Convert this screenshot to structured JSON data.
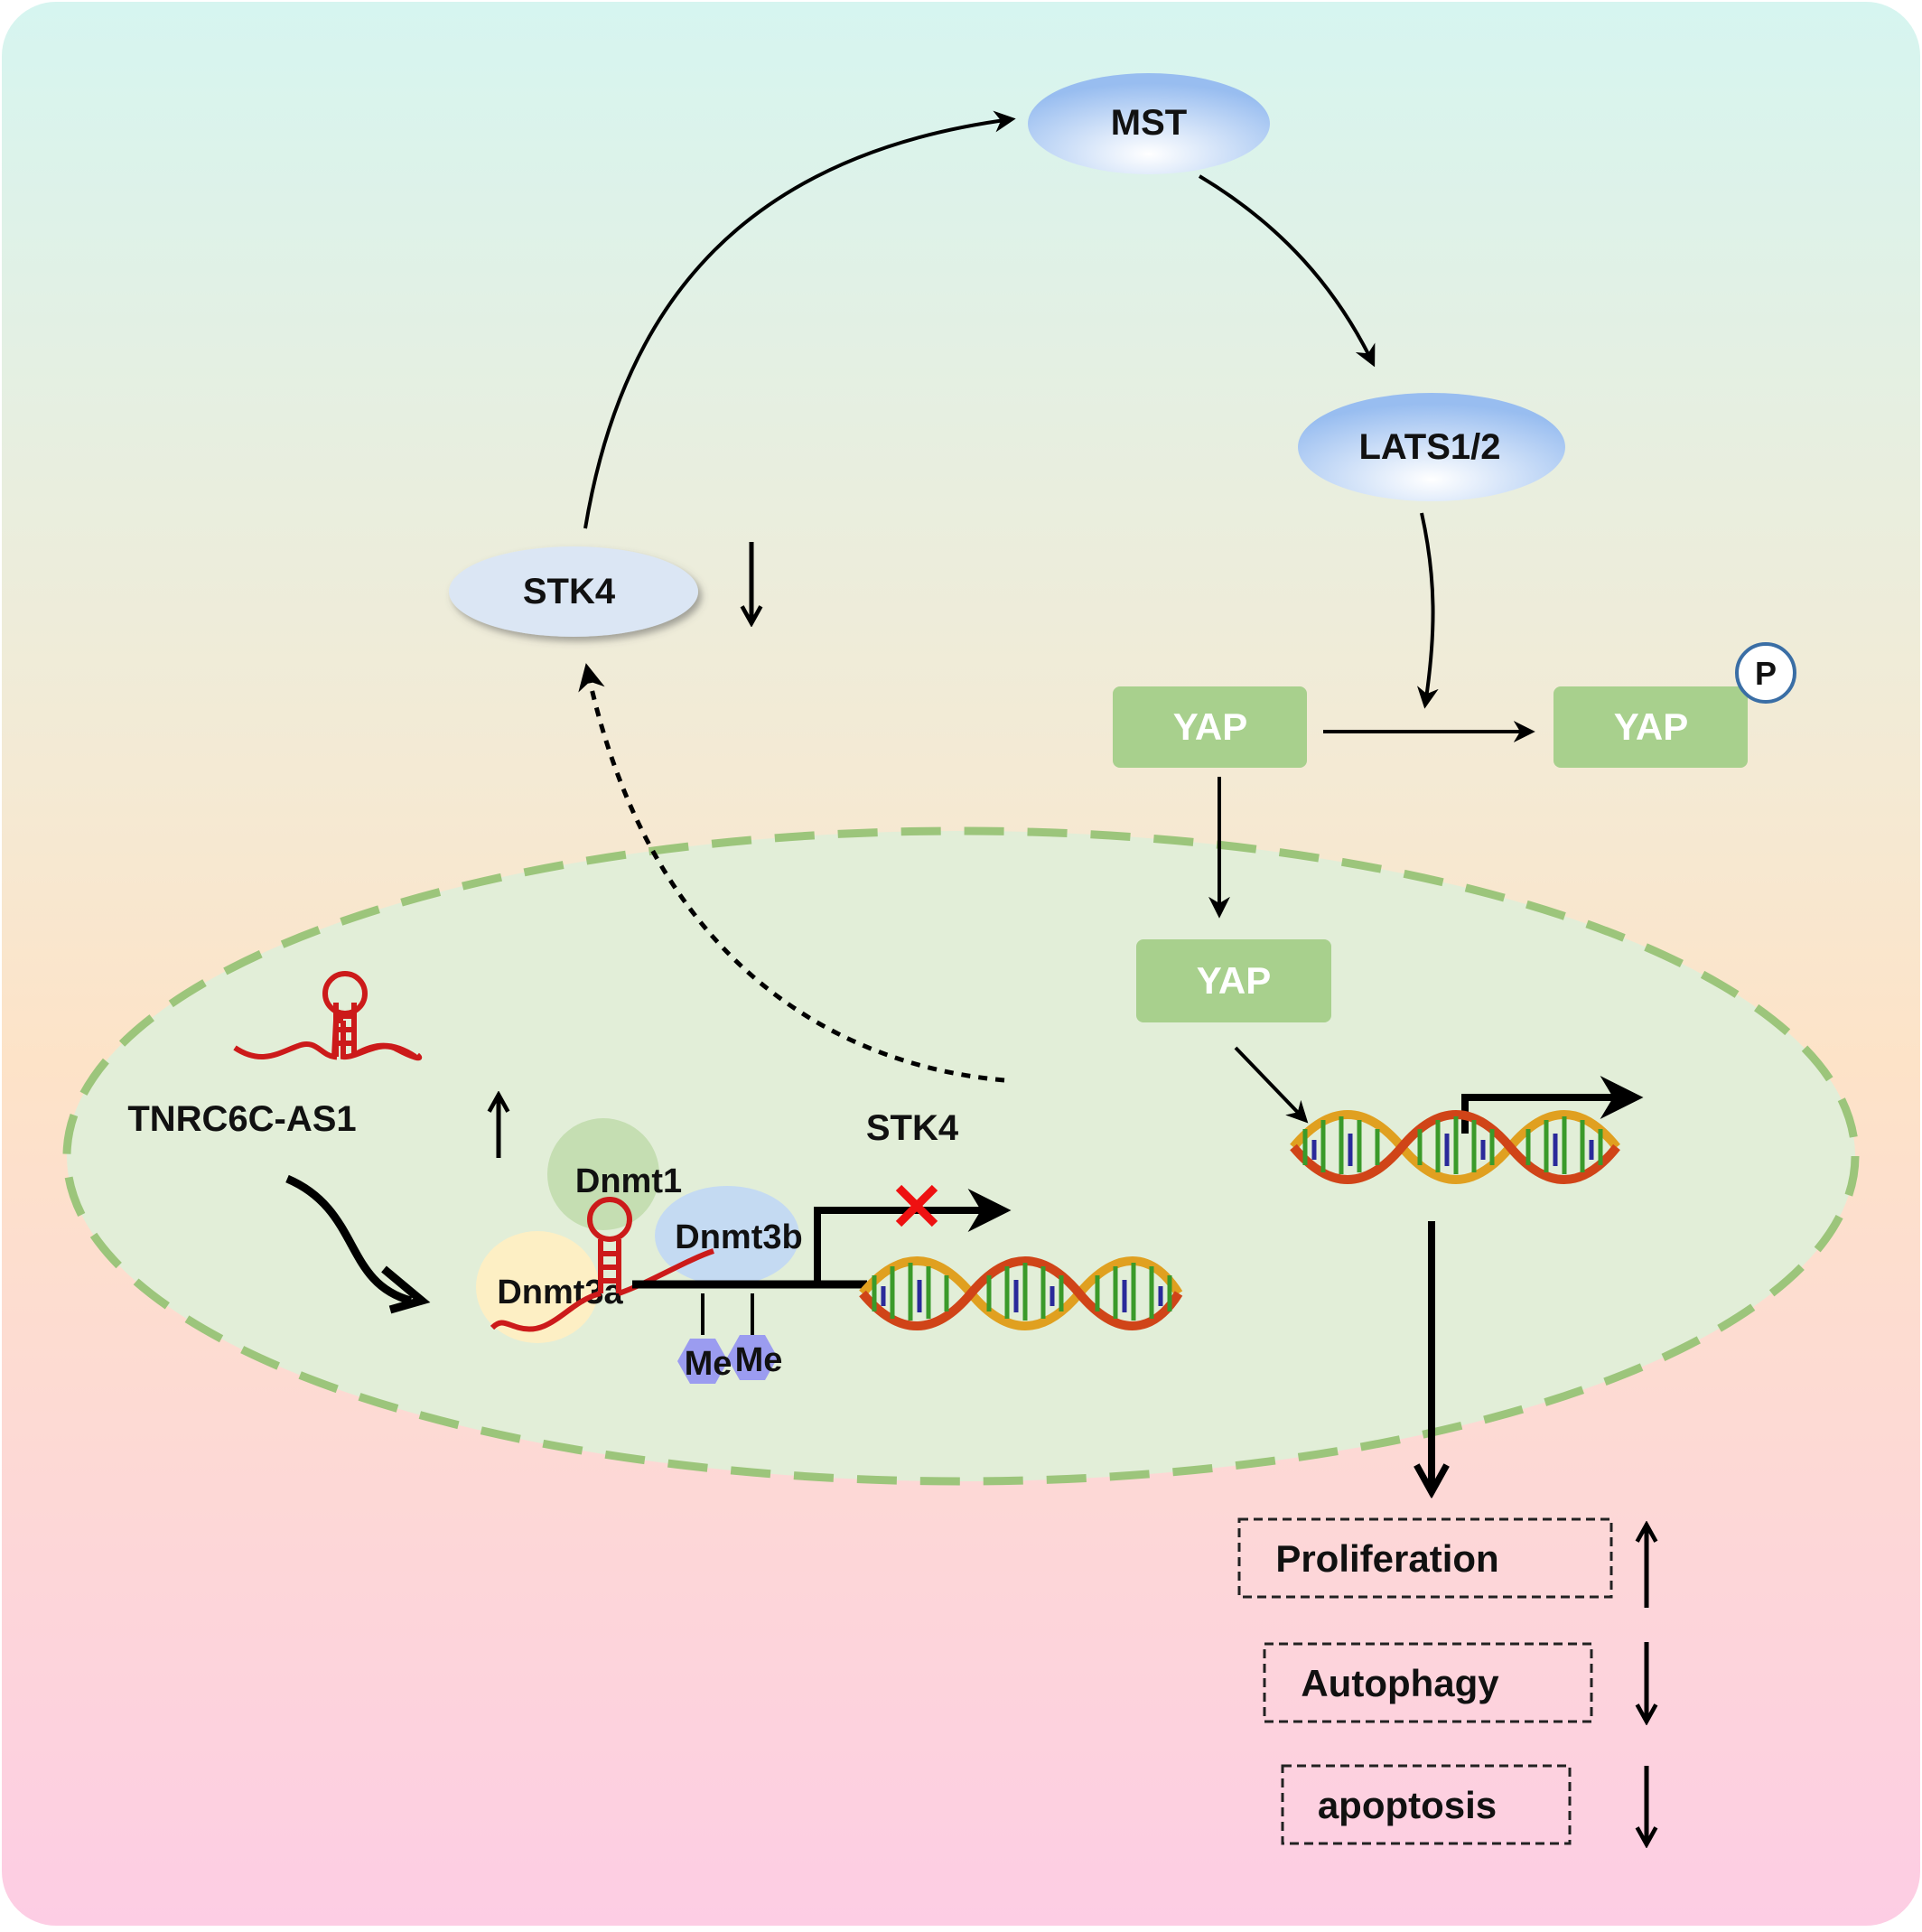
{
  "nodes": {
    "mst": "MST",
    "lats": "LATS1/2",
    "stk4_cyto": "STK4",
    "yap_cyto": "YAP",
    "yap_phos": "YAP",
    "phospho": "P",
    "yap_nuc": "YAP",
    "lncrna": "TNRC6C-AS1",
    "dnmt1": "Dnmt1",
    "dnmt3a": "Dnmt3a",
    "dnmt3b": "Dnmt3b",
    "methyl_1": "Me",
    "methyl_2": "Me",
    "stk4_gene": "STK4"
  },
  "outcomes": [
    {
      "label": "Proliferation",
      "direction": "up"
    },
    {
      "label": "Autophagy",
      "direction": "down"
    },
    {
      "label": "apoptosis",
      "direction": "down"
    }
  ],
  "colors": {
    "background_top": "#d6f5f0",
    "background_mid": "#fde3c8",
    "background_bottom": "#fdcde4",
    "nucleus_fill": "#e2eed8",
    "nucleus_border": "#9cc57b",
    "yap_box": "#a8d08d",
    "kinase_ellipse": "#a9c8f3",
    "dnmt1": "#c5deb2",
    "dnmt3a": "#fdefc4",
    "dnmt3b": "#c4daf2",
    "rna": "#cc1a1a",
    "inhibition_x": "#ee1111",
    "methyl_hexagon": "#9b9cf0"
  }
}
